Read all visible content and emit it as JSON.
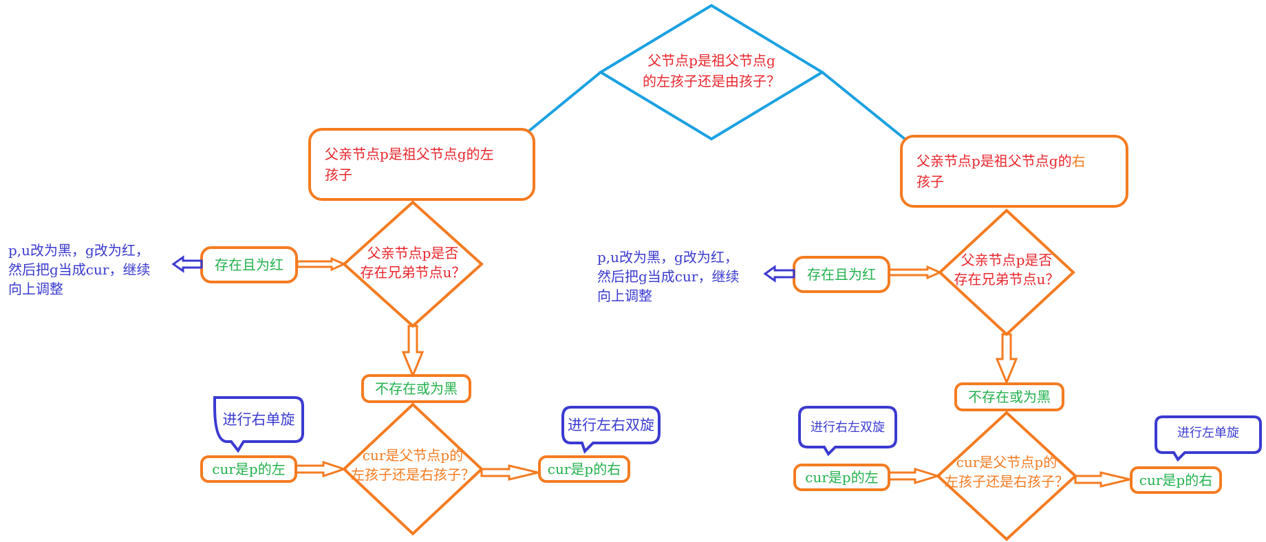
{
  "colors": {
    "orange": "#f47b20",
    "sky": "#1ba1e2",
    "indigo": "#3a3ad0",
    "red": "#e8262c",
    "green": "#22b14c"
  },
  "top": {
    "question_line1": "父节点p是祖父节点g",
    "question_line2": "的左孩子还是由孩子？"
  },
  "left": {
    "case_line1": "父亲节点p是祖父节点g的左",
    "case_line2": "孩子",
    "uncle_q_line1": "父亲节点p是否",
    "uncle_q_line2": "存在兄弟节点u？",
    "exists_red": "存在且为红",
    "recolor_line1": "p,u改为黑，g改为红，",
    "recolor_line2": "然后把g当成cur，继续",
    "recolor_line3": "向上调整",
    "absent_black": "不存在或为黑",
    "cur_q_line1": "cur是父节点p的",
    "cur_q_line2": "左孩子还是右孩子？",
    "cur_left": "cur是p的左",
    "cur_right": "cur是p的右",
    "rotate_left_label": "进行右单旋",
    "rotate_right_label": "进行左右双旋"
  },
  "right": {
    "case_line1_a": "父亲节点p是祖父节点g的",
    "case_line1_b": "右",
    "case_line2": "孩子",
    "uncle_q_line1": "父亲节点p是否",
    "uncle_q_line2": "存在兄弟节点u？",
    "exists_red": "存在且为红",
    "recolor_line1": "p,u改为黑，g改为红，",
    "recolor_line2": "然后把g当成cur，继续",
    "recolor_line3": "向上调整",
    "absent_black": "不存在或为黑",
    "cur_q_line1": "cur是父节点p的",
    "cur_q_line2": "左孩子还是右孩子？",
    "cur_left": "cur是p的左",
    "cur_right": "cur是p的右",
    "rotate_left_label": "进行右左双旋",
    "rotate_right_label": "进行左单旋"
  }
}
